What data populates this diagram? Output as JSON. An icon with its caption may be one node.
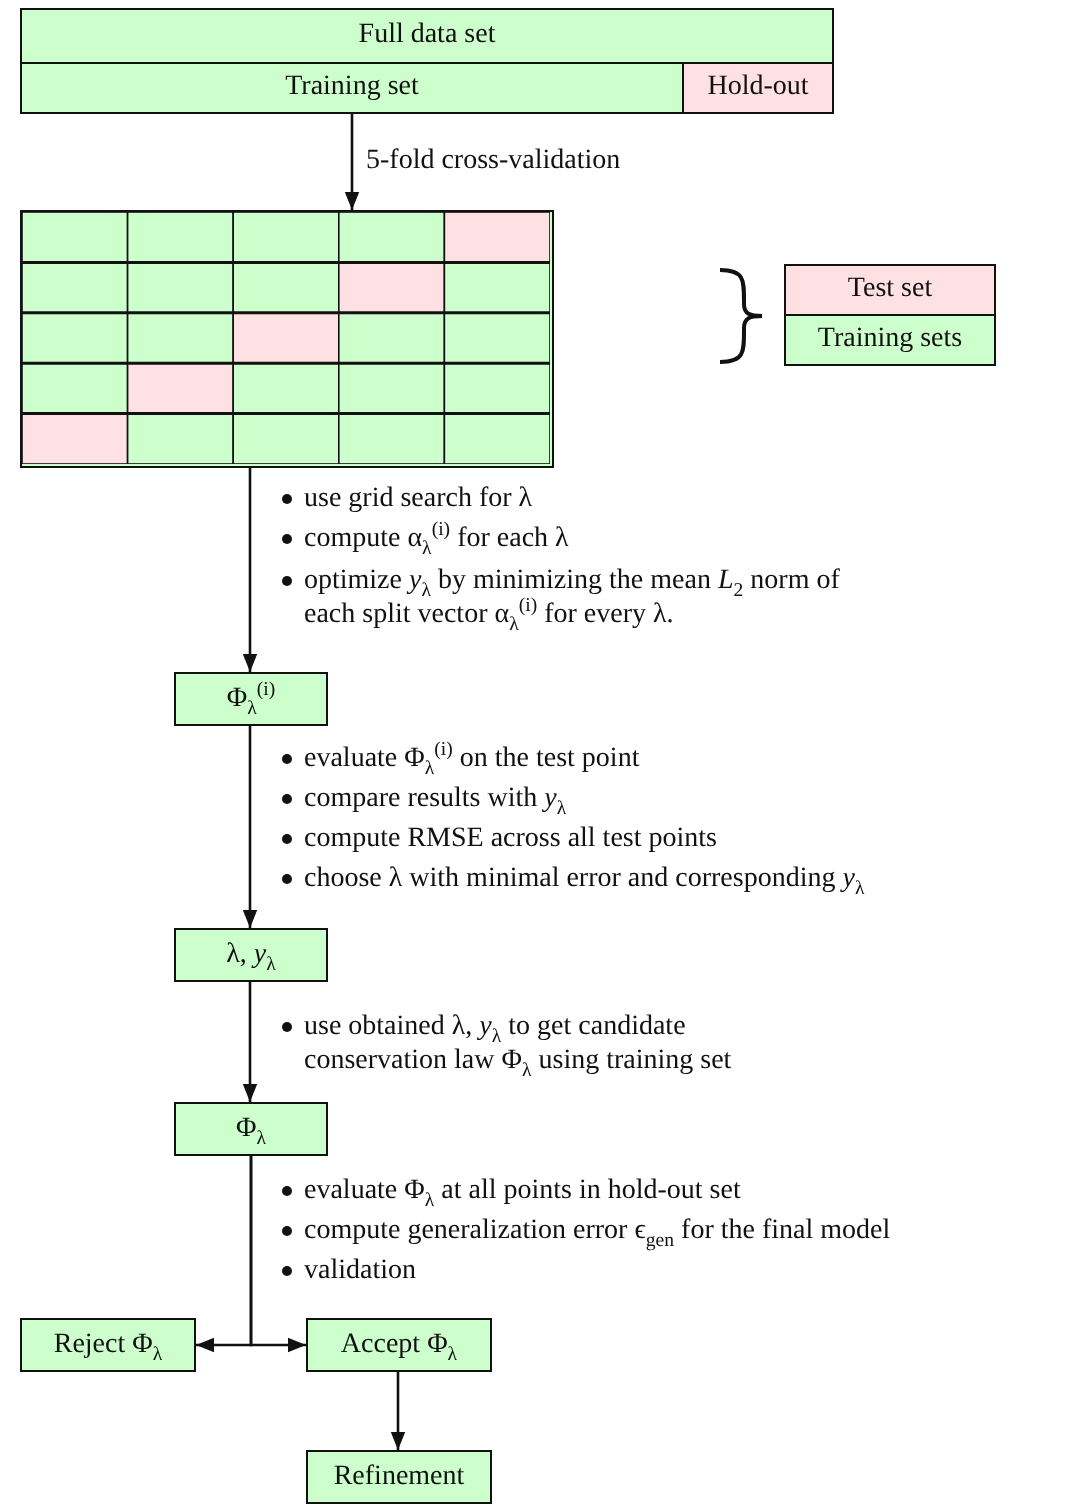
{
  "diagram": {
    "nodes": [
      {
        "text": [
          "Full data set"
        ]
      },
      {
        "text": [
          "Training set"
        ]
      },
      {
        "text": [
          "Hold-out"
        ]
      },
      {
        "text": [],
        "shape": "box"
      },
      {
        "text": [
          "Test set"
        ]
      },
      {
        "text": [
          "Training sets"
        ]
      },
      {
        "text": [
          "Φ$_{λ}$$^{(i)}$"
        ]
      },
      {
        "text": [
          "λ, *y*$_{λ}$"
        ]
      },
      {
        "text": [
          "Φ$_{λ}$"
        ]
      },
      {
        "text": [
          "Reject Φ$_{λ}$"
        ]
      },
      {
        "text": [
          "Accept Φ$_{λ}$"
        ]
      },
      {
        "text": [
          "Refinement"
        ]
      }
    ],
    "edges": [
      {
        "from": 1,
        "to": 3,
        "arrow": "to",
        "label": "5-fold cross-validation"
      },
      {
        "from": 3,
        "to": 6,
        "arrow": "to"
      },
      {
        "from": 6,
        "to": 7,
        "arrow": "to"
      },
      {
        "from": 7,
        "to": 8,
        "arrow": "to"
      },
      {
        "from": 8,
        "to": 9,
        "arrow": "to"
      },
      {
        "from": 8,
        "to": 10,
        "arrow": "to"
      },
      {
        "from": 10,
        "to": 11,
        "arrow": "to"
      }
    ],
    "labels": [
      "use grid search for λ",
      "compute α$_{λ}$$^{(i)}$ for each λ",
      "optimize *y*$_{λ}$ by minimizing the mean *L*$_{2}$ norm of each split vector α$_{λ}$$^{(i)}$ for every λ.",
      "evaluate Φ$_{λ}$$^{(i)}$ on the test point",
      "compare results with *y*$_{λ}$",
      "compute RMSE across all test points",
      "choose λ with minimal error and corresponding *y*$_{λ}$",
      "use obtained λ, *y*$_{λ}$ to get candidate conservation law Φ$_{λ}$ using training set",
      "evaluate Φ$_{λ}$ at all points in hold-out set",
      "compute generalization error ϵ$_{gen}$ for the final model",
      "validation"
    ]
  }
}
